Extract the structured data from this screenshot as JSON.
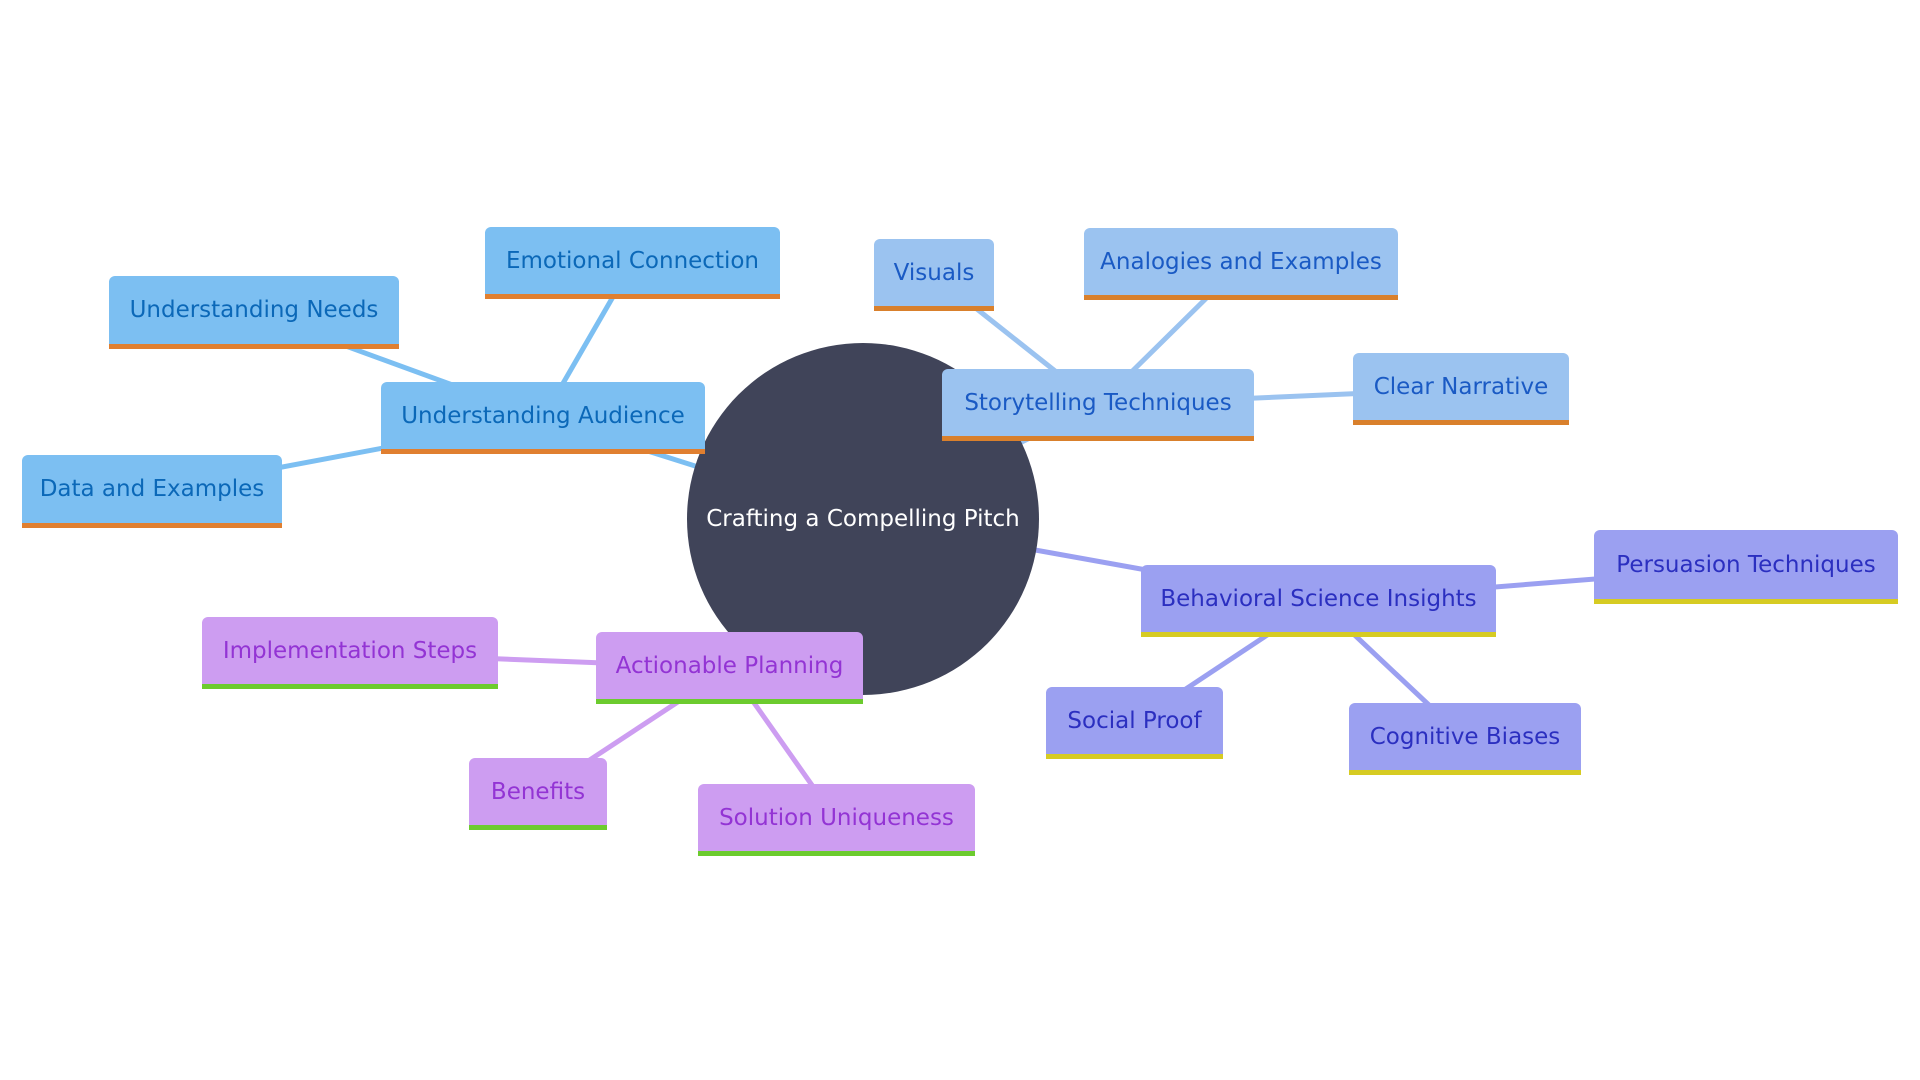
{
  "root": {
    "label": "Crafting a Compelling Pitch"
  },
  "branches": [
    {
      "label": "Understanding Audience",
      "children": [
        "Emotional Connection",
        "Understanding Needs",
        "Data and Examples"
      ],
      "color": "#7cbff2",
      "border": "#e07f30"
    },
    {
      "label": "Storytelling Techniques",
      "children": [
        "Visuals",
        "Analogies and Examples",
        "Clear Narrative"
      ],
      "color": "#9bc3f0",
      "border": "#d9802c"
    },
    {
      "label": "Behavioral Science Insights",
      "children": [
        "Persuasion Techniques",
        "Social Proof",
        "Cognitive Biases"
      ],
      "color": "#9ba0f1",
      "border": "#d6cb22"
    },
    {
      "label": "Actionable Planning",
      "children": [
        "Implementation Steps",
        "Benefits",
        "Solution Uniqueness"
      ],
      "color": "#cd9df1",
      "border": "#6ccb2e"
    }
  ]
}
